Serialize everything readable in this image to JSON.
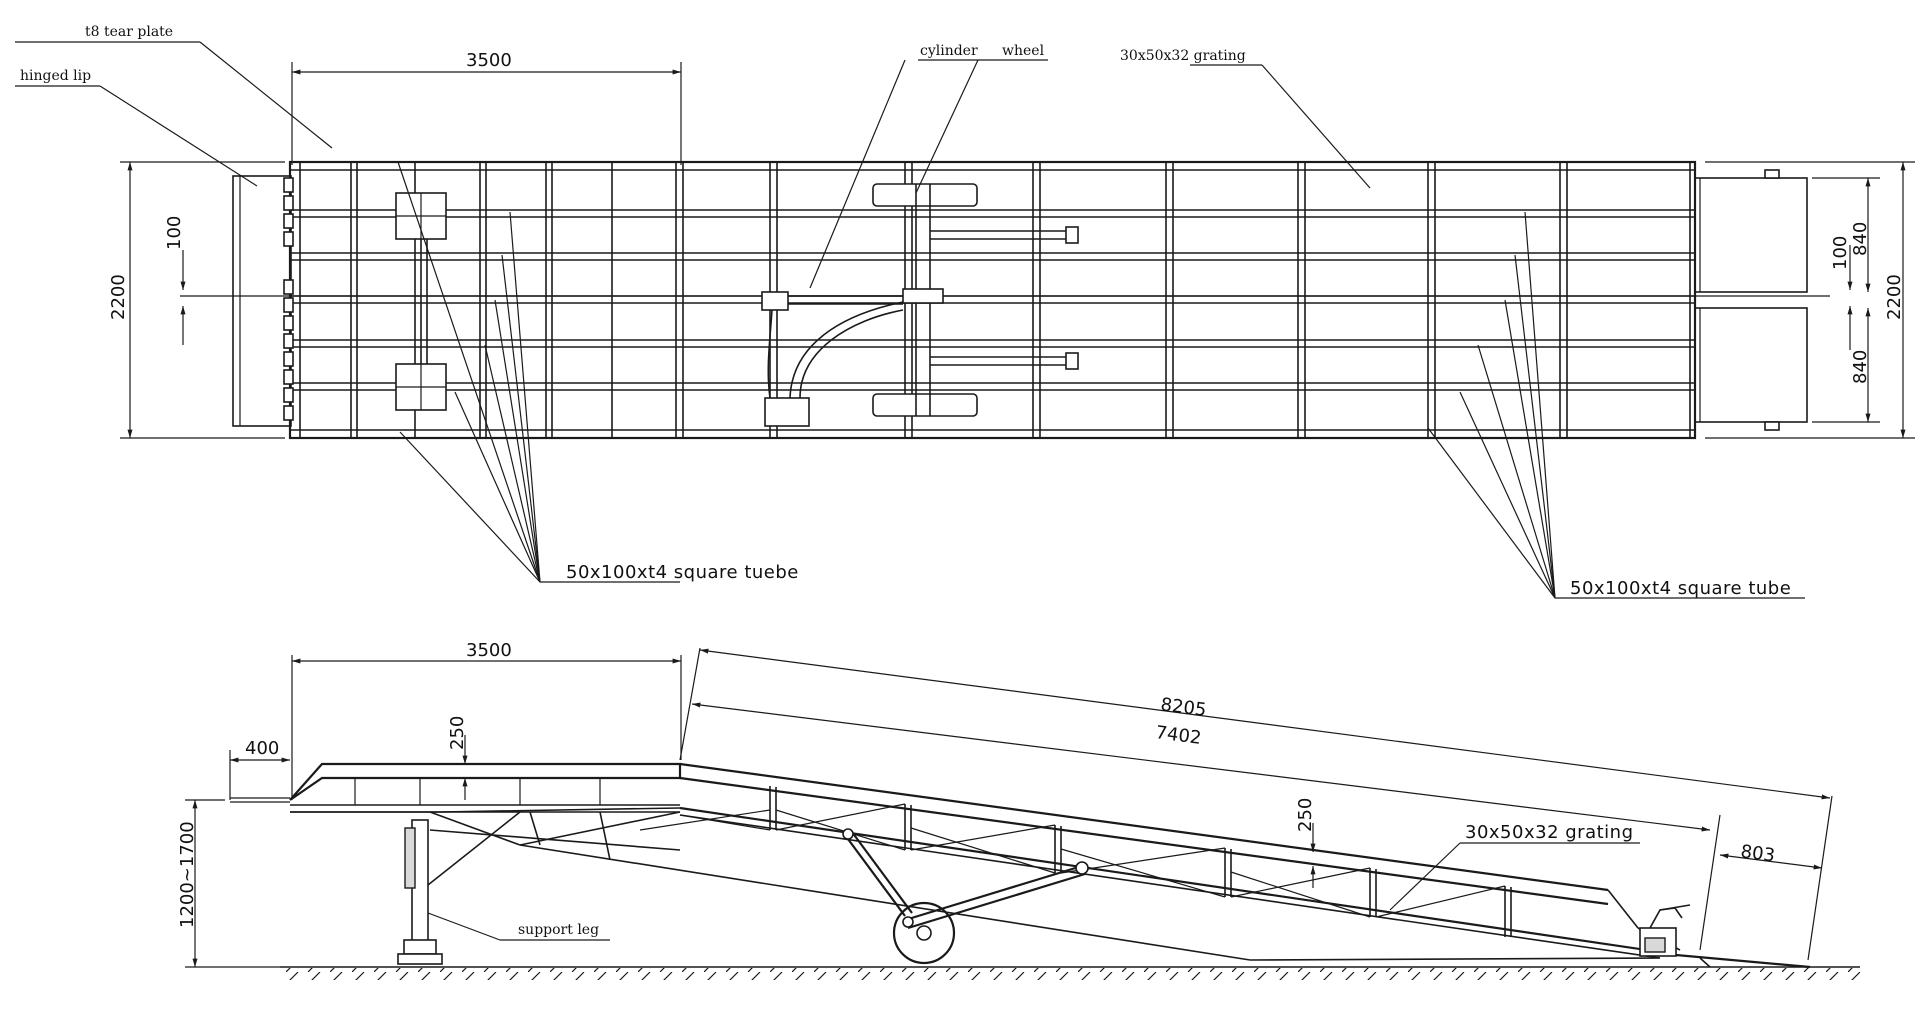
{
  "drawing": {
    "plan_view": {
      "labels": {
        "tear_plate": "t8 tear plate",
        "hinged_lip": "hinged lip",
        "cylinder": "cylinder",
        "wheel": "wheel",
        "grating": "30x50x32 grating",
        "tube_left": "50x100xt4 square tuebe",
        "tube_right": "50x100xt4 square tube"
      },
      "dimensions": {
        "top_length": "3500",
        "width_left": "2200",
        "width_right": "2200",
        "gap_left": "100",
        "gap_right": "100",
        "lip_top": "840",
        "lip_bottom": "840"
      }
    },
    "side_view": {
      "labels": {
        "grating": "30x50x32 grating",
        "support_leg": "support leg"
      },
      "dimensions": {
        "top_length": "3500",
        "lip_length": "400",
        "rail_height_left": "250",
        "rail_height_right": "250",
        "height_range": "1200~1700",
        "overall_length": "8205",
        "ramp_length": "7402",
        "end_lip": "803"
      }
    }
  }
}
